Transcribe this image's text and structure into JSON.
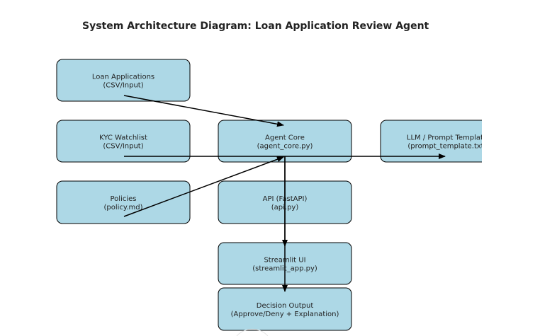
{
  "title": "System Architecture Diagram: Loan Application Review Agent",
  "colors": {
    "box_fill": "#add8e6",
    "box_stroke": "#000000",
    "arrow": "#000000",
    "text": "#222222"
  },
  "nodes": [
    {
      "id": "loan-applications",
      "line1": "Loan Applications",
      "line2": "(CSV/Input)"
    },
    {
      "id": "kyc-watchlist",
      "line1": "KYC Watchlist",
      "line2": "(CSV/Input)"
    },
    {
      "id": "policies",
      "line1": "Policies",
      "line2": "(policy.md)"
    },
    {
      "id": "agent-core",
      "line1": "Agent Core",
      "line2": "(agent_core.py)"
    },
    {
      "id": "llm-prompt-template",
      "line1": "LLM / Prompt Template",
      "line2": "(prompt_template.txt)"
    },
    {
      "id": "api",
      "line1": "API (FastAPI)",
      "line2": "(api.py)"
    },
    {
      "id": "streamlit-ui",
      "line1": "Streamlit UI",
      "line2": "(streamlit_app.py)"
    },
    {
      "id": "decision-output",
      "line1": "Decision Output",
      "line2": "(Approve/Deny + Explanation)"
    }
  ],
  "edges": [
    {
      "from": "loan-applications",
      "to": "agent-core"
    },
    {
      "from": "kyc-watchlist",
      "to": "llm-prompt-template"
    },
    {
      "from": "policies",
      "to": "agent-core"
    },
    {
      "from": "agent-core",
      "to": "streamlit-ui"
    },
    {
      "from": "agent-core",
      "to": "decision-output"
    }
  ]
}
